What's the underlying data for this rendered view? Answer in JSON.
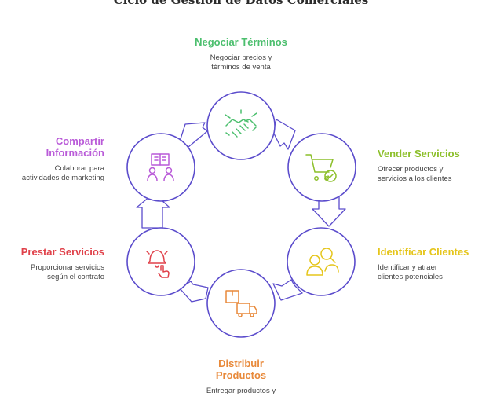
{
  "title": "Ciclo de Gestión de Datos Comerciales",
  "colors": {
    "ring": "#5b4ccc",
    "arrow_fill": "#ffffff",
    "negociar": "#4cbf6e",
    "vender": "#8cbf2a",
    "identificar": "#e5c51a",
    "distribuir": "#e8893a",
    "prestar": "#e0414a",
    "compartir": "#b95ad8"
  },
  "steps": [
    {
      "id": "negociar",
      "title": "Negociar Términos",
      "desc": [
        "Negociar precios y",
        "términos de venta"
      ],
      "icon": "handshake-icon"
    },
    {
      "id": "vender",
      "title": "Vender Servicios",
      "desc": [
        "Ofrecer productos y",
        "servicios a los clientes"
      ],
      "icon": "shopping-cart-icon"
    },
    {
      "id": "identificar",
      "title": "Identificar Clientes",
      "desc": [
        "Identificar y atraer",
        "clientes potenciales"
      ],
      "icon": "people-search-icon"
    },
    {
      "id": "distribuir",
      "title": [
        "Distribuir",
        "Productos"
      ],
      "desc": [
        "Entregar productos y"
      ],
      "icon": "delivery-truck-icon"
    },
    {
      "id": "prestar",
      "title": "Prestar Servicios",
      "desc": [
        "Proporcionar servicios",
        "según el contrato"
      ],
      "icon": "service-bell-icon"
    },
    {
      "id": "compartir",
      "title": [
        "Compartir",
        "Información"
      ],
      "desc": [
        "Colaborar para",
        "actividades de marketing"
      ],
      "icon": "shared-book-icon"
    }
  ]
}
